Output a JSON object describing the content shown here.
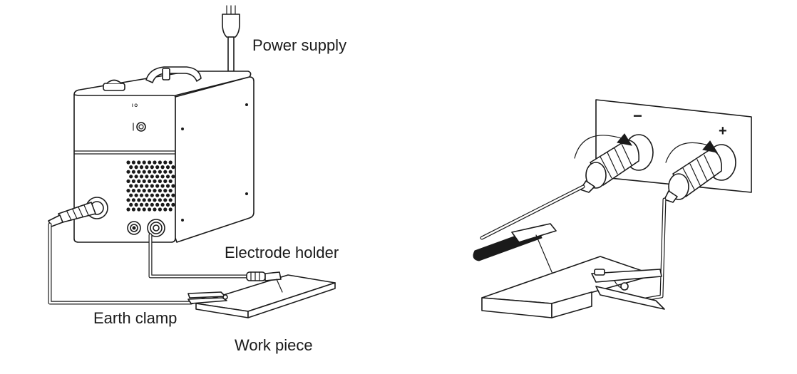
{
  "labels": {
    "power_supply": "Power supply",
    "electrode_holder": "Electrode holder",
    "earth_clamp": "Earth clamp",
    "work_piece": "Work piece"
  },
  "terminal_panel": {
    "minus": "−",
    "plus": "+"
  },
  "colors": {
    "line": "#1a1a1a",
    "background": "#ffffff"
  }
}
